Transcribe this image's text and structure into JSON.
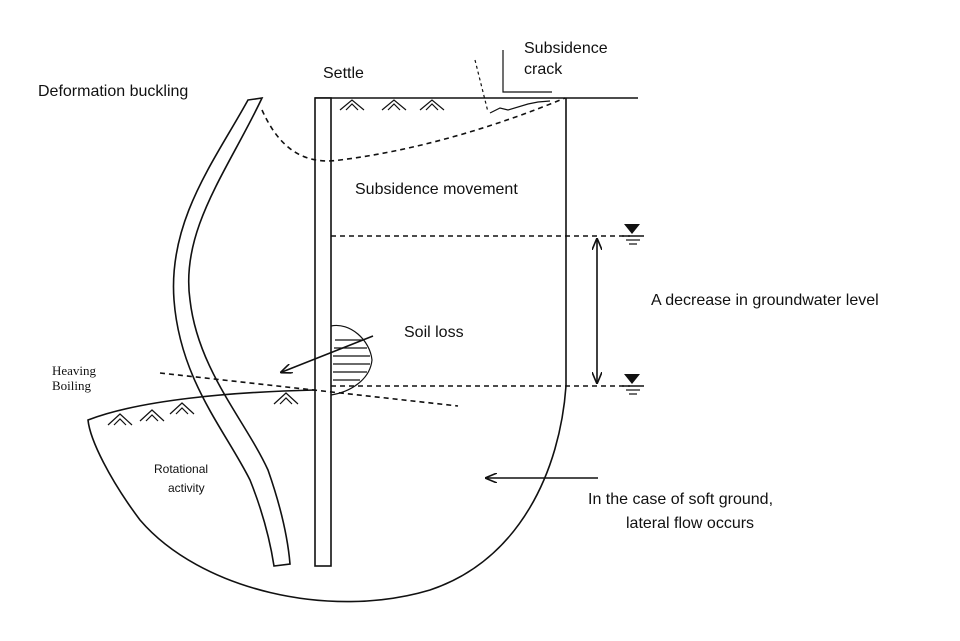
{
  "labels": {
    "deformation_buckling": "Deformation buckling",
    "settle": "Settle",
    "subsidence_crack_line1": "Subsidence",
    "subsidence_crack_line2": "crack",
    "subsidence_movement": "Subsidence movement",
    "groundwater_decrease": "A decrease in groundwater level",
    "soil_loss": "Soil loss",
    "heaving": "Heaving",
    "boiling": "Boiling",
    "rotational_line1": "Rotational",
    "rotational_line2": "activity",
    "lateral_line1": "In the case of soft ground,",
    "lateral_line2": "lateral flow occurs"
  },
  "icons": {
    "water_level_symbol": "water-table-triangle-icon",
    "grass_symbol": "ground-hatch-icon",
    "arrow": "arrow-icon"
  }
}
